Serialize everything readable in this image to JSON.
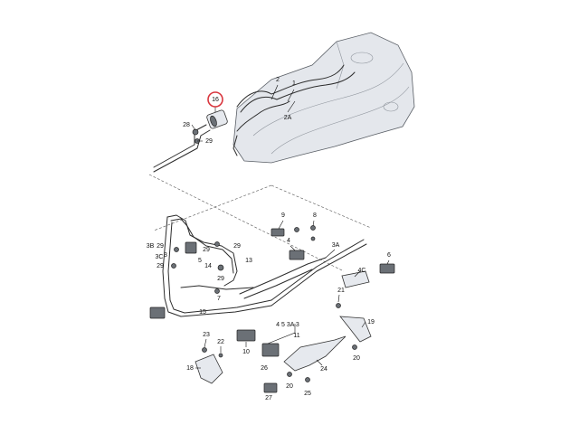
{
  "highlight": {
    "label": "16",
    "color": "#d9363e"
  },
  "callouts": [
    {
      "id": "p1",
      "label": "1"
    },
    {
      "id": "p2",
      "label": "2"
    },
    {
      "id": "p2A",
      "label": "2A"
    },
    {
      "id": "p16",
      "label": "16"
    },
    {
      "id": "p28",
      "label": "28"
    },
    {
      "id": "p29a",
      "label": "29"
    },
    {
      "id": "p9",
      "label": "9"
    },
    {
      "id": "p8",
      "label": "8"
    },
    {
      "id": "p4",
      "label": "4"
    },
    {
      "id": "p3A",
      "label": "3A"
    },
    {
      "id": "p6",
      "label": "6"
    },
    {
      "id": "p4C",
      "label": "4C"
    },
    {
      "id": "p3B",
      "label": "3B"
    },
    {
      "id": "p29b",
      "label": "29"
    },
    {
      "id": "p3",
      "label": "3"
    },
    {
      "id": "p3C",
      "label": "3C"
    },
    {
      "id": "p29c",
      "label": "29"
    },
    {
      "id": "p5",
      "label": "5"
    },
    {
      "id": "p29d",
      "label": "29"
    },
    {
      "id": "p29e",
      "label": "29"
    },
    {
      "id": "p13",
      "label": "13"
    },
    {
      "id": "p14",
      "label": "14"
    },
    {
      "id": "p29f",
      "label": "29"
    },
    {
      "id": "p7",
      "label": "7"
    },
    {
      "id": "p15",
      "label": "15"
    },
    {
      "id": "p21",
      "label": "21"
    },
    {
      "id": "p4_5_3A",
      "label": "4  5 3A  3"
    },
    {
      "id": "p19",
      "label": "19"
    },
    {
      "id": "p23",
      "label": "23"
    },
    {
      "id": "p22",
      "label": "22"
    },
    {
      "id": "p10",
      "label": "10"
    },
    {
      "id": "p11",
      "label": "11"
    },
    {
      "id": "p18",
      "label": "18"
    },
    {
      "id": "p26",
      "label": "26"
    },
    {
      "id": "p24",
      "label": "24"
    },
    {
      "id": "p20a",
      "label": "20"
    },
    {
      "id": "p25",
      "label": "25"
    },
    {
      "id": "p20b",
      "label": "20"
    },
    {
      "id": "p27",
      "label": "27"
    }
  ]
}
